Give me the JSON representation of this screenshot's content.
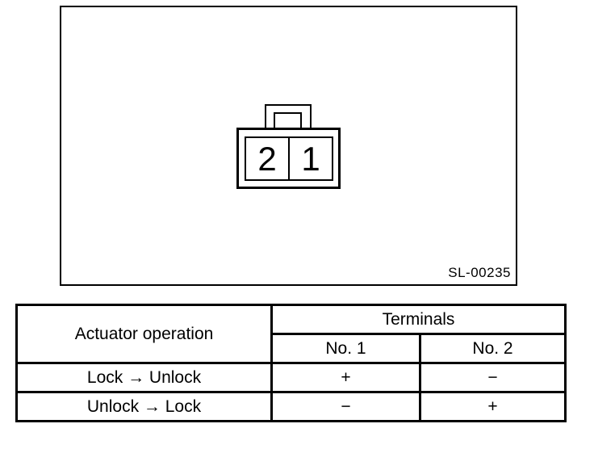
{
  "colors": {
    "ink": "#000000",
    "paper": "#ffffff"
  },
  "figure": {
    "code": "SL-00235",
    "connector": {
      "pin_labels": [
        "2",
        "1"
      ]
    }
  },
  "table": {
    "operation_header": "Actuator operation",
    "terminals_header": "Terminals",
    "terminal_columns": [
      "No. 1",
      "No. 2"
    ],
    "rows": [
      {
        "operation": "Lock → Unlock",
        "no1": "+",
        "no2": "−"
      },
      {
        "operation": "Unlock → Lock",
        "no1": "−",
        "no2": "+"
      }
    ]
  }
}
